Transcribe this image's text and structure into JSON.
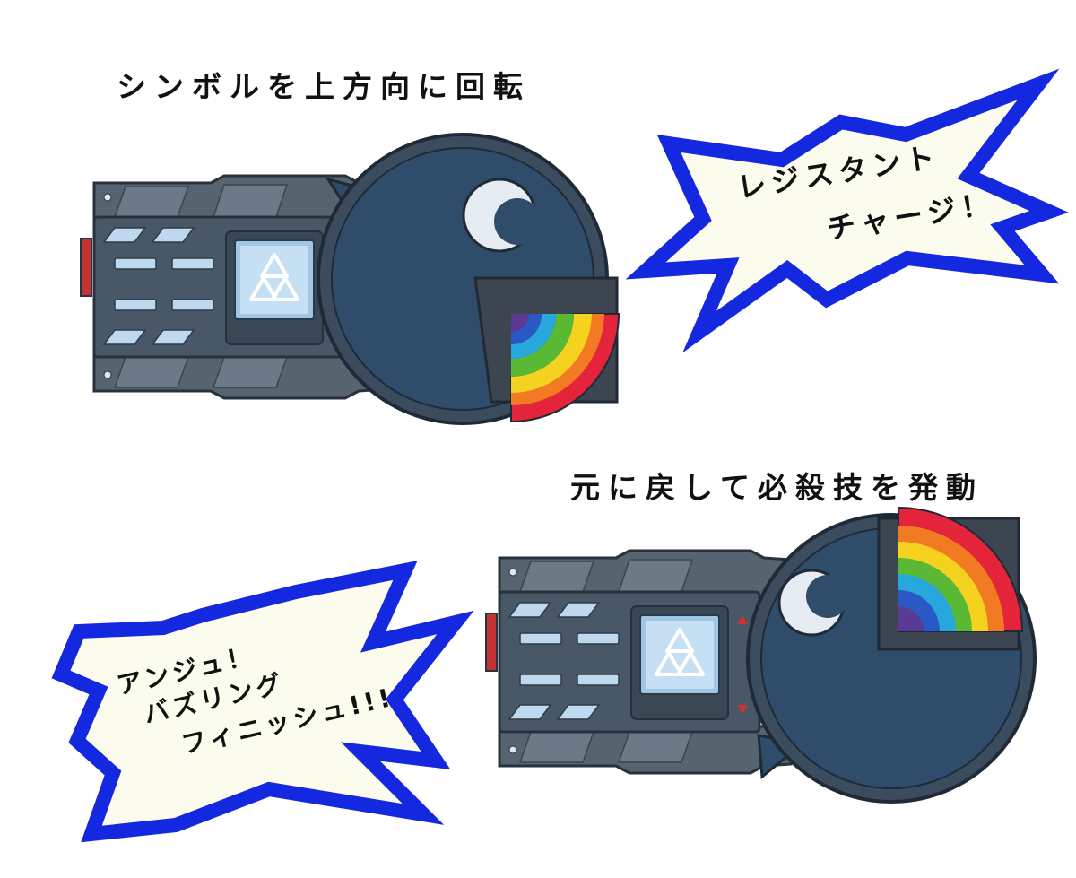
{
  "captions": {
    "rotate_up": "シンボルを上方向に回転",
    "return_finish": "元に戻して必殺技を発動"
  },
  "bursts": {
    "right": {
      "line1": "レジスタント",
      "line2": "チャージ！"
    },
    "left": {
      "line1": "アンジュ！",
      "line2": "バズリング",
      "line3": "フィニッシュ!!!"
    }
  },
  "colors": {
    "burst_outline": "#1428e0",
    "burst_fill": "#fbfbee",
    "dial": "#2f4d6b",
    "body": "#4d5d6c",
    "window": "#b9d9ef",
    "rainbow": [
      "#e3243b",
      "#f27a22",
      "#f4d21f",
      "#5ab934",
      "#27a7dc",
      "#2a58c5",
      "#5a3a93"
    ]
  },
  "icons": {
    "symbol": "tri-triangle-emblem-icon",
    "eye": "crescent-eye-icon"
  }
}
